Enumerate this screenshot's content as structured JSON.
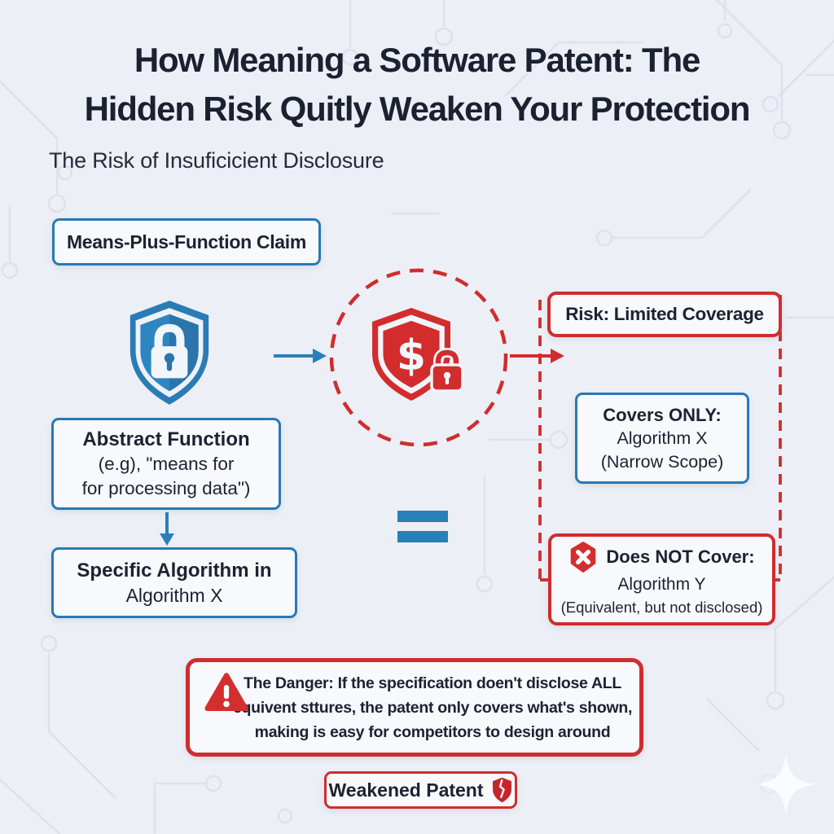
{
  "header": {
    "title_line1": "How Meaning a Software Patent: The",
    "title_line2": "Hidden Risk Quitly Weaken Your Protection",
    "subtitle": "The Risk of Insuficicient Disclosure"
  },
  "flow": {
    "claim_label": "Means-Plus-Function Claim",
    "abstract": {
      "title": "Abstract Function",
      "line2": "(e.g), \"means for",
      "line3": "for processing data\")"
    },
    "specific": {
      "title": "Specific Algorithm in",
      "line2": "Algorithm X"
    },
    "dollar_symbol": "$",
    "risk_label": "Risk: Limited Coverage",
    "covers": {
      "title": "Covers ONLY:",
      "line2": "Algorithm X",
      "line3": "(Narrow Scope)"
    },
    "not_cover": {
      "title": "Does NOT Cover:",
      "line2": "Algorithm Y",
      "line3": "(Equivalent, but not disclosed)"
    }
  },
  "danger": {
    "prefix": "The Danger:",
    "line1_rest": " If the specification doen't disclose ALL",
    "line2": "equivent sttures, the patent only covers what's shown,",
    "line3": "making is easy for competitors to design around"
  },
  "footer": {
    "weakened_label": "Weakened Patent"
  },
  "icons": {
    "blue_shield": "blue-shield-lock-icon",
    "red_shield": "red-dollar-shield-lock-icon",
    "error_x": "error-x-hexagon-icon",
    "warning": "warning-triangle-icon",
    "cracked_shield": "cracked-shield-icon",
    "sparkle": "sparkle-icon"
  },
  "colors": {
    "accent_blue": "#2779b7",
    "accent_red": "#cf2d2d",
    "text_dark": "#1d2232",
    "background": "#edeff6",
    "box_fill": "#f7f9fd"
  }
}
